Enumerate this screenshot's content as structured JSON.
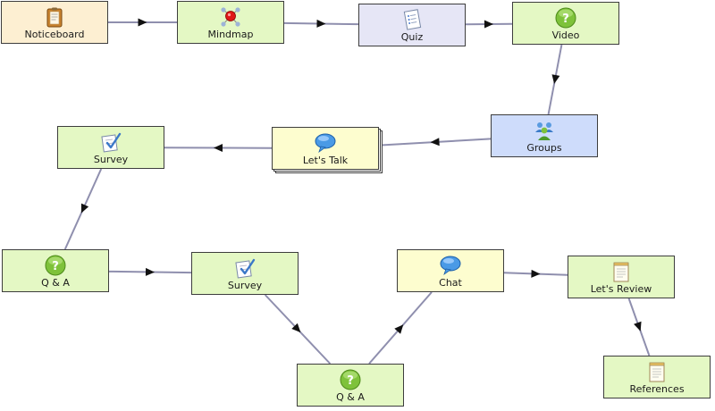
{
  "colors": {
    "edge": "#8f8fae",
    "arrow": "#111111",
    "orange": "#fdefd2",
    "green": "#e4f8c4",
    "lavender": "#e6e6f6",
    "blue": "#cedcfb",
    "yellow": "#fdfdcf"
  },
  "nodes": {
    "noticeboard": {
      "label": "Noticeboard",
      "icon": "noticeboard-icon"
    },
    "mindmap": {
      "label": "Mindmap",
      "icon": "mindmap-icon"
    },
    "quiz": {
      "label": "Quiz",
      "icon": "quiz-icon"
    },
    "video": {
      "label": "Video",
      "icon": "question-icon"
    },
    "groups": {
      "label": "Groups",
      "icon": "groups-icon"
    },
    "lets_talk": {
      "label": "Let's Talk",
      "icon": "chat-bubble-icon"
    },
    "survey_1": {
      "label": "Survey",
      "icon": "survey-icon"
    },
    "qa_1": {
      "label": "Q & A",
      "icon": "question-icon"
    },
    "survey_2": {
      "label": "Survey",
      "icon": "survey-icon"
    },
    "qa_2": {
      "label": "Q & A",
      "icon": "question-icon"
    },
    "chat": {
      "label": "Chat",
      "icon": "chat-bubble-icon"
    },
    "lets_review": {
      "label": "Let's Review",
      "icon": "notepad-icon"
    },
    "references": {
      "label": "References",
      "icon": "notepad-icon"
    }
  },
  "edges": [
    [
      "noticeboard",
      "mindmap"
    ],
    [
      "mindmap",
      "quiz"
    ],
    [
      "quiz",
      "video"
    ],
    [
      "video",
      "groups"
    ],
    [
      "groups",
      "lets_talk"
    ],
    [
      "lets_talk",
      "survey_1"
    ],
    [
      "survey_1",
      "qa_1"
    ],
    [
      "qa_1",
      "survey_2"
    ],
    [
      "survey_2",
      "qa_2"
    ],
    [
      "qa_2",
      "chat"
    ],
    [
      "chat",
      "lets_review"
    ],
    [
      "lets_review",
      "references"
    ]
  ]
}
